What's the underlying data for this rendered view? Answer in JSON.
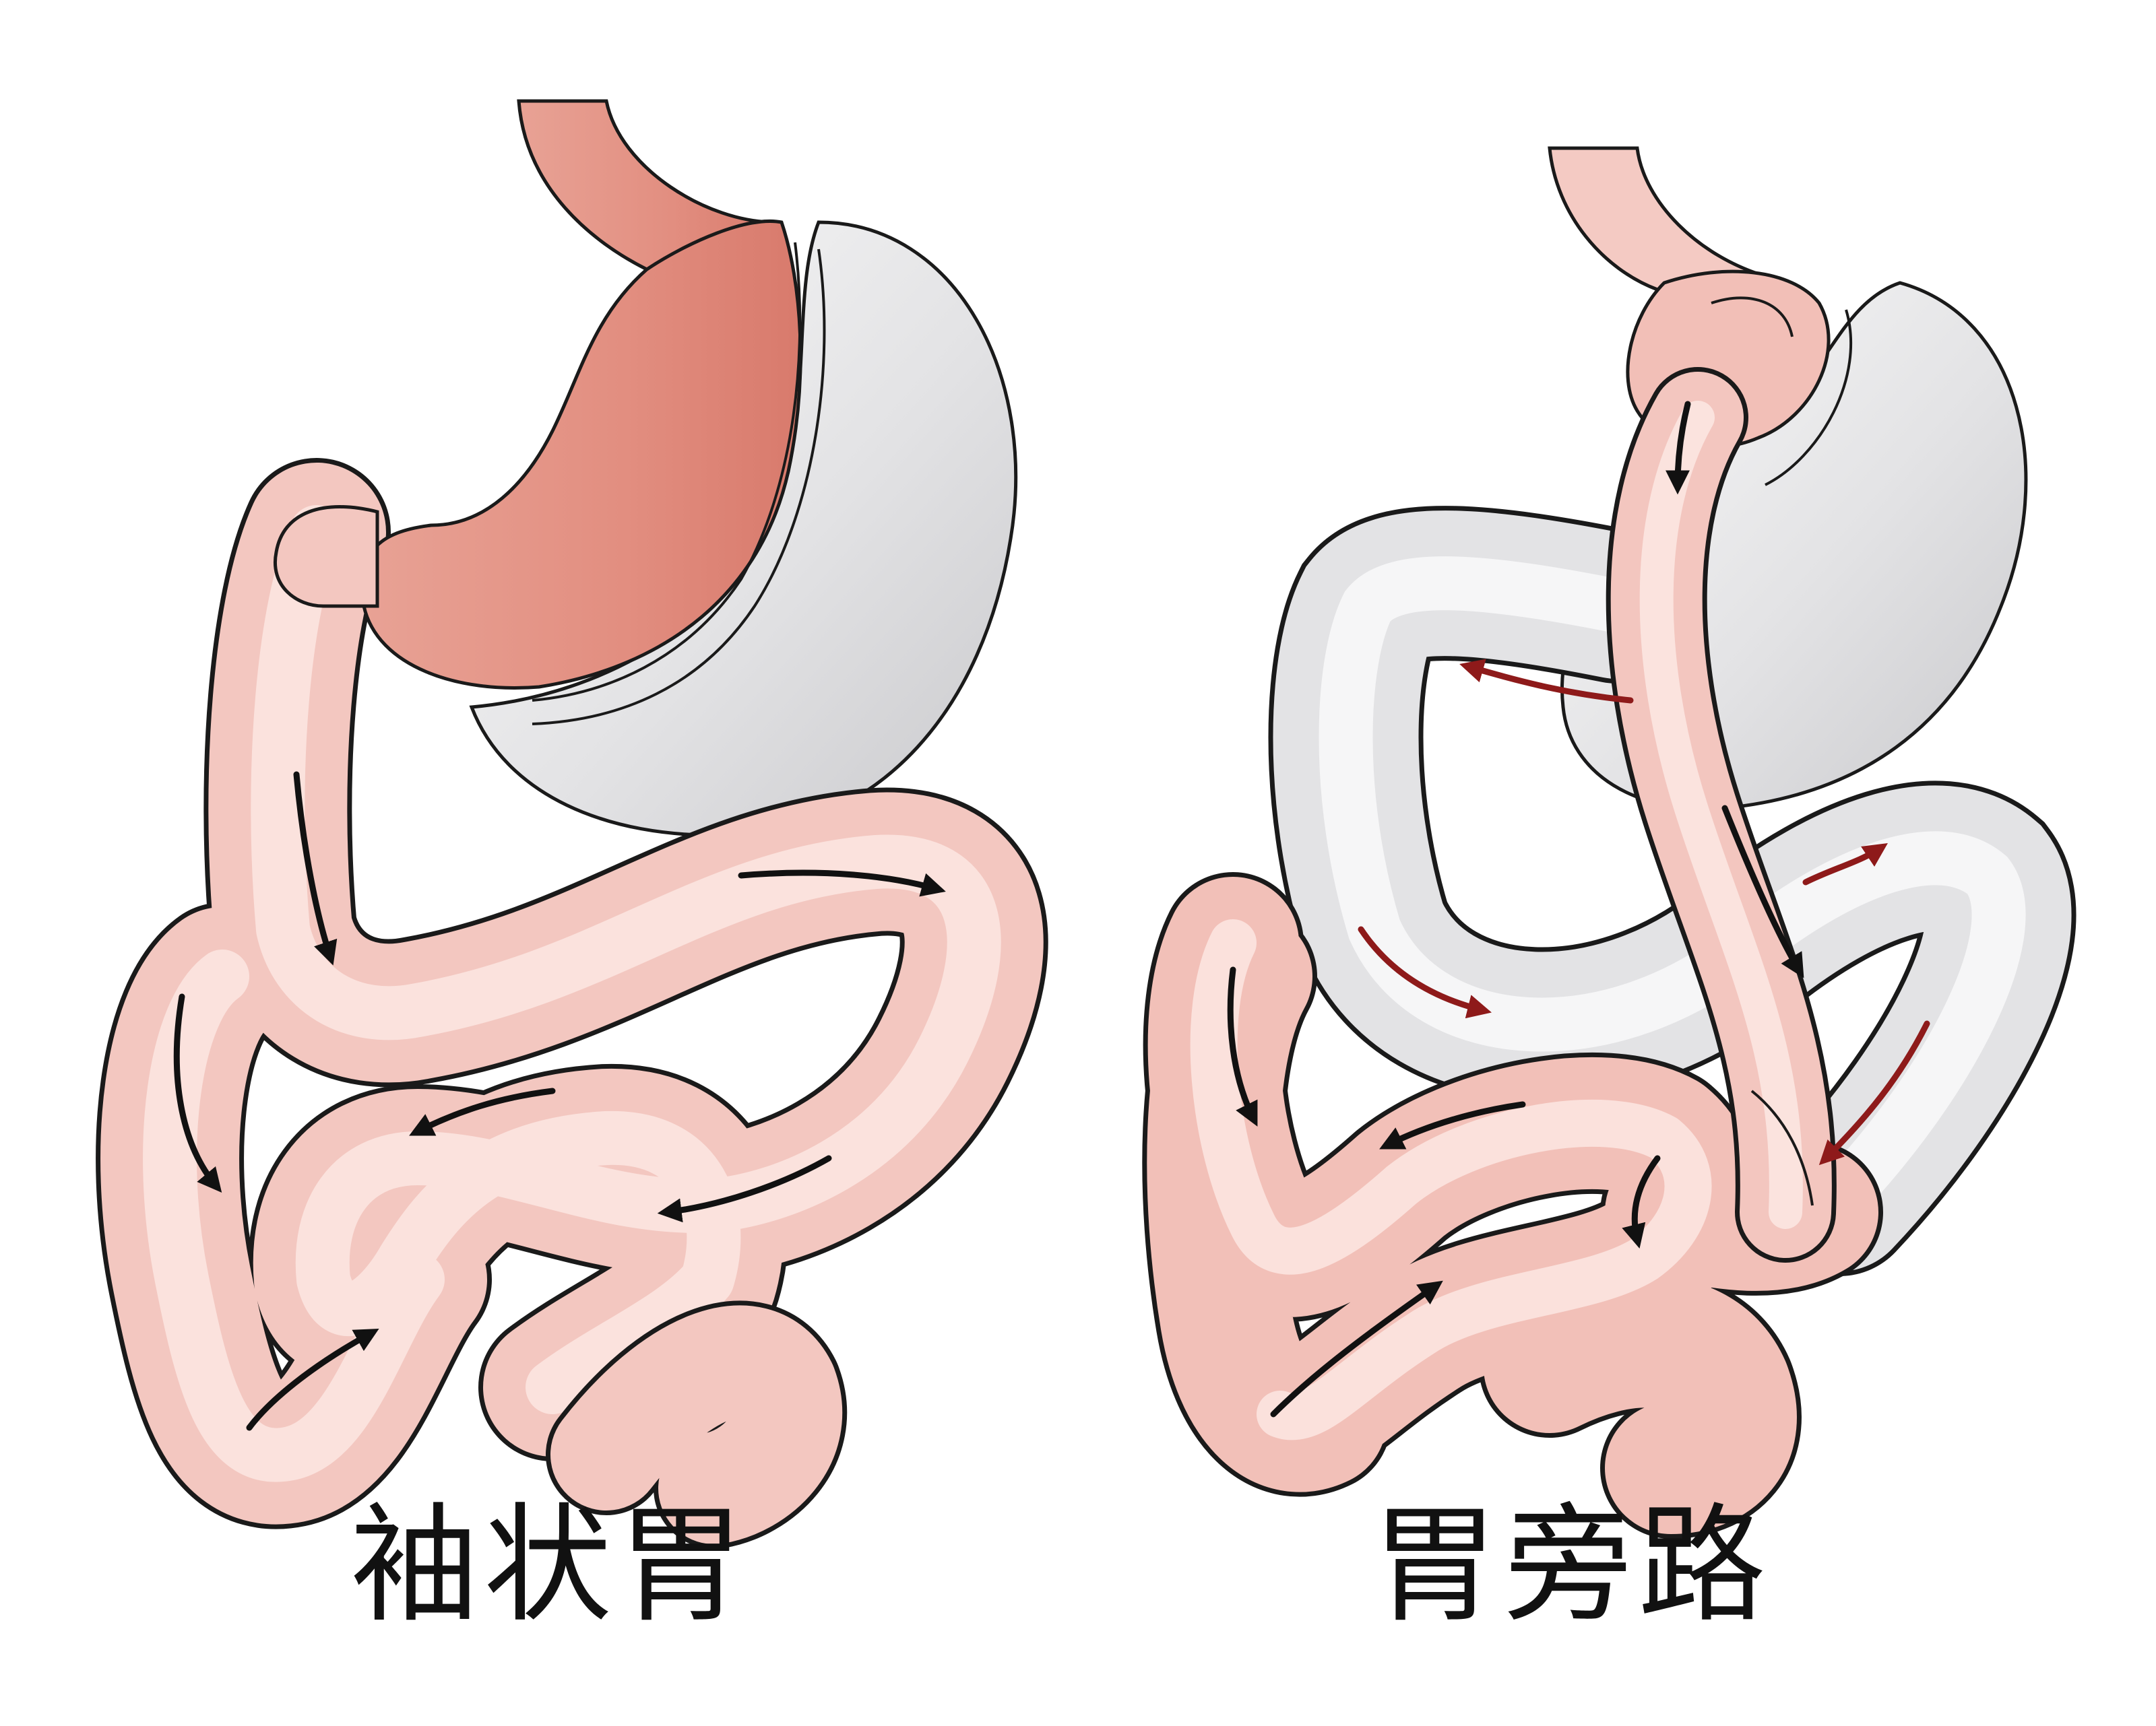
{
  "panels": [
    {
      "id": "left",
      "caption": "袖状胃"
    },
    {
      "id": "right",
      "caption": "胃旁路"
    }
  ],
  "colors": {
    "pink_fill": "#f2c3bc",
    "pink_light": "#fbe4df",
    "stomach_pink": "#e7988c",
    "stomach_dark": "#d97a6d",
    "grey_fill": "#dedee0",
    "grey_light": "#f2f2f3",
    "outline": "#1a1a1a",
    "arrow_black": "#111111",
    "arrow_red": "#8e1a1a"
  },
  "icons": {
    "flow_arrow_black": "black-flow-arrow-icon",
    "flow_arrow_red": "red-flow-arrow-icon"
  }
}
